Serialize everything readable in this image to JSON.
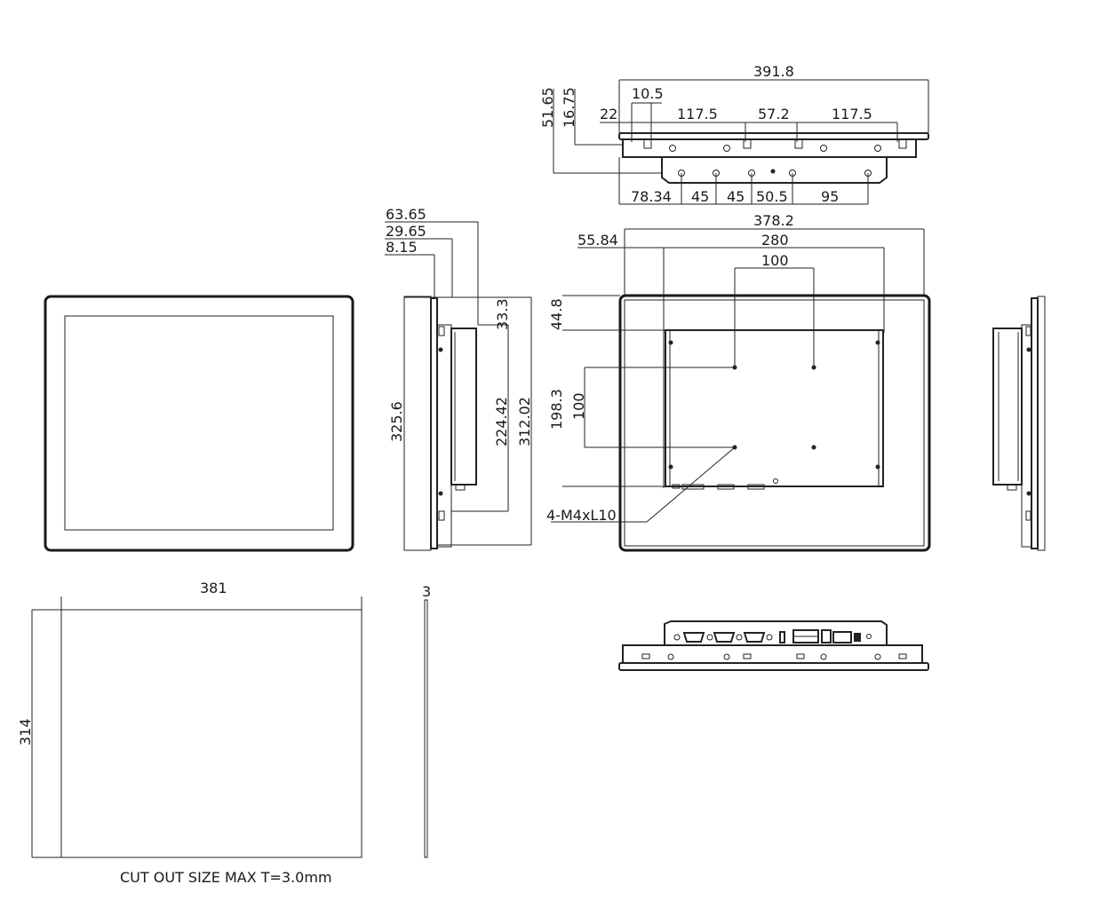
{
  "front_view": {},
  "side_view": {
    "dim_63_65": "63.65",
    "dim_29_65": "29.65",
    "dim_8_15": "8.15",
    "dim_33_3": "33.3",
    "dim_325_6": "325.6",
    "dim_224_42": "224.42",
    "dim_312_02": "312.02"
  },
  "top_view": {
    "dim_391_8": "391.8",
    "dim_51_65": "51.65",
    "dim_16_75": "16.75",
    "dim_10_5": "10.5",
    "dim_22": "22",
    "dim_117_5_a": "117.5",
    "dim_57_2": "57.2",
    "dim_117_5_b": "117.5",
    "dim_78_34": "78.34",
    "dim_45_a": "45",
    "dim_45_b": "45",
    "dim_50_5": "50.5",
    "dim_95": "95"
  },
  "rear_view": {
    "dim_378_2": "378.2",
    "dim_55_84": "55.84",
    "dim_280": "280",
    "dim_100_h": "100",
    "dim_44_8": "44.8",
    "dim_198_3": "198.3",
    "dim_100_v": "100",
    "note_screws": "4-M4xL10"
  },
  "cutout": {
    "width": "381",
    "height": "314",
    "thickness": "3",
    "caption": "CUT OUT SIZE MAX T=3.0mm"
  }
}
